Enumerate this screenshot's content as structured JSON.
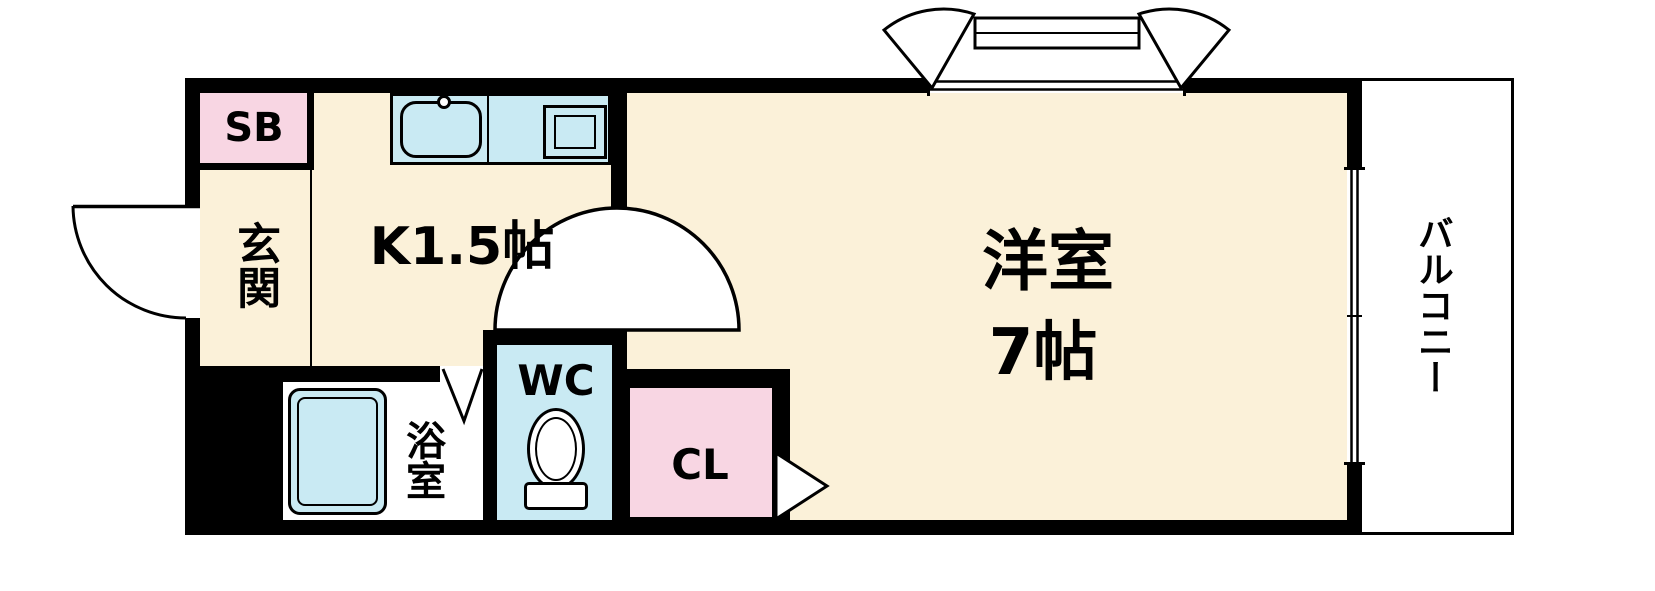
{
  "colors": {
    "wall": "#000000",
    "floor": "#fbf1d9",
    "fixture_blue": "#c9eaf3",
    "closet_pink": "#f8d6e3",
    "background": "#ffffff"
  },
  "rooms": {
    "shoe_box": {
      "label": "SB"
    },
    "entrance": {
      "label": "玄関"
    },
    "kitchen": {
      "label": "K1.5帖"
    },
    "bathroom": {
      "label": "浴室"
    },
    "toilet": {
      "label": "WC"
    },
    "closet": {
      "label": "CL"
    },
    "western_room": {
      "name": "洋室",
      "size": "7帖"
    },
    "balcony": {
      "label": "バルコニー"
    }
  }
}
